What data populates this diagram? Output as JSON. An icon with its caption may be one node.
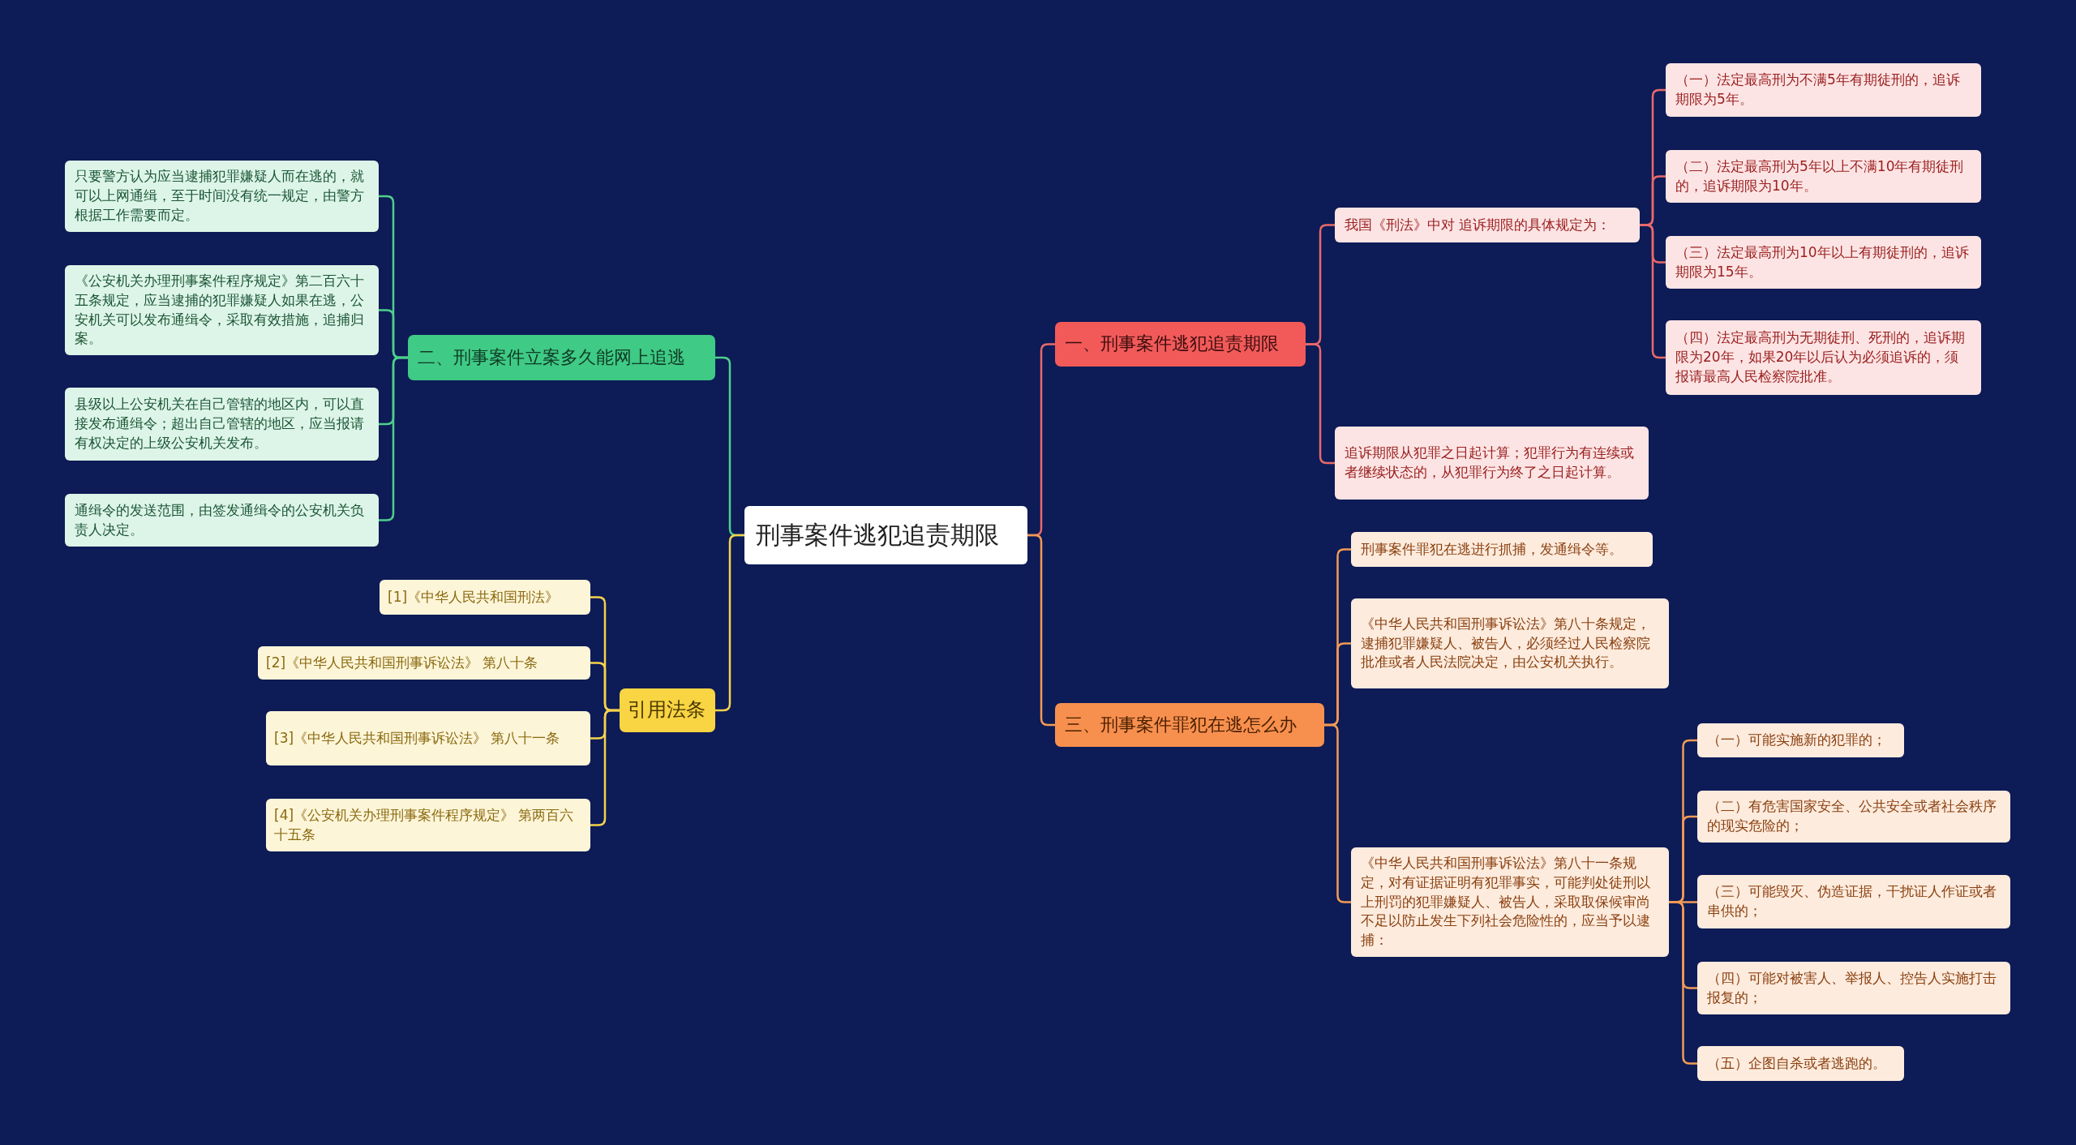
{
  "diagram": {
    "nodes": [
      {
        "text": [
          "刑事案件逃犯追责期限"
        ]
      },
      {
        "text": [
          "一、刑事案件逃犯追责期限"
        ]
      },
      {
        "text": [
          "我国《刑法》中对 追诉期限的具体规定为："
        ]
      },
      {
        "text": [
          "（一）法定最高刑为不满5年有期徒刑的，追诉期限为5年。"
        ]
      },
      {
        "text": [
          "（二）法定最高刑为5年以上不满10年有期徒刑的，追诉期限为10年。"
        ]
      },
      {
        "text": [
          "（三）法定最高刑为10年以上有期徒刑的，追诉期限为15年。"
        ]
      },
      {
        "text": [
          "（四）法定最高刑为无期徒刑、死刑的，追诉期限为20年，如果20年以后认为必须追诉的，须报请最高人民检察院批准。"
        ]
      },
      {
        "text": [
          "追诉期限从犯罪之日起计算；犯罪行为有连续或者继续状态的，从犯罪行为终了之日起计算。"
        ]
      },
      {
        "text": [
          "三、刑事案件罪犯在逃怎么办"
        ]
      },
      {
        "text": [
          "刑事案件罪犯在逃进行抓捕，发通缉令等。"
        ]
      },
      {
        "text": [
          "《中华人民共和国刑事诉讼法》第八十条规定，逮捕犯罪嫌疑人、被告人，必须经过人民检察院批准或者人民法院决定，由公安机关执行。"
        ]
      },
      {
        "text": [
          "《中华人民共和国刑事诉讼法》第八十一条规定，对有证据证明有犯罪事实，可能判处徒刑以上刑罚的犯罪嫌疑人、被告人，采取取保候审尚不足以防止发生下列社会危险性的，应当予以逮捕："
        ]
      },
      {
        "text": [
          "（一）可能实施新的犯罪的；"
        ]
      },
      {
        "text": [
          "（二）有危害国家安全、公共安全或者社会秩序的现实危险的；"
        ]
      },
      {
        "text": [
          "（三）可能毁灭、伪造证据，干扰证人作证或者串供的；"
        ]
      },
      {
        "text": [
          "（四）可能对被害人、举报人、控告人实施打击报复的；"
        ]
      },
      {
        "text": [
          "（五）企图自杀或者逃跑的。"
        ]
      },
      {
        "text": [
          "二、刑事案件立案多久能网上追逃"
        ]
      },
      {
        "text": [
          "只要警方认为应当逮捕犯罪嫌疑人而在逃的，就可以上网通缉，至于时间没有统一规定，由警方根据工作需要而定。"
        ]
      },
      {
        "text": [
          "《公安机关办理刑事案件程序规定》第二百六十五条规定，应当逮捕的犯罪嫌疑人如果在逃，公安机关可以发布通缉令，采取有效措施，追捕归案。"
        ]
      },
      {
        "text": [
          "县级以上公安机关在自己管辖的地区内，可以直接发布通缉令；超出自己管辖的地区，应当报请有权决定的上级公安机关发布。"
        ]
      },
      {
        "text": [
          "通缉令的发送范围，由签发通缉令的公安机关负责人决定。"
        ]
      },
      {
        "text": [
          "引用法条"
        ]
      },
      {
        "text": [
          "[1]《中华人民共和国刑法》"
        ]
      },
      {
        "text": [
          "[2]《中华人民共和国刑事诉讼法》 第八十条"
        ]
      },
      {
        "text": [
          "[3]《中华人民共和国刑事诉讼法》 第八十一条"
        ]
      },
      {
        "text": [
          "[4]《公安机关办理刑事案件程序规定》 第两百六十五条"
        ]
      }
    ],
    "edges": [
      {
        "from": 0,
        "to": 1,
        "arrow": "none",
        "color": "#e96a6a"
      },
      {
        "from": 1,
        "to": 2,
        "arrow": "none",
        "color": "#e96a6a"
      },
      {
        "from": 2,
        "to": 3,
        "arrow": "none",
        "color": "#e96a6a"
      },
      {
        "from": 2,
        "to": 4,
        "arrow": "none",
        "color": "#e96a6a"
      },
      {
        "from": 2,
        "to": 5,
        "arrow": "none",
        "color": "#e96a6a"
      },
      {
        "from": 2,
        "to": 6,
        "arrow": "none",
        "color": "#e96a6a"
      },
      {
        "from": 1,
        "to": 7,
        "arrow": "none",
        "color": "#e96a6a"
      },
      {
        "from": 0,
        "to": 8,
        "arrow": "none",
        "color": "#f39a55"
      },
      {
        "from": 8,
        "to": 9,
        "arrow": "none",
        "color": "#f39a55"
      },
      {
        "from": 8,
        "to": 10,
        "arrow": "none",
        "color": "#f39a55"
      },
      {
        "from": 8,
        "to": 11,
        "arrow": "none",
        "color": "#f39a55"
      },
      {
        "from": 11,
        "to": 12,
        "arrow": "none",
        "color": "#f39a55"
      },
      {
        "from": 11,
        "to": 13,
        "arrow": "none",
        "color": "#f39a55"
      },
      {
        "from": 11,
        "to": 14,
        "arrow": "none",
        "color": "#f39a55"
      },
      {
        "from": 11,
        "to": 15,
        "arrow": "none",
        "color": "#f39a55"
      },
      {
        "from": 11,
        "to": 16,
        "arrow": "none",
        "color": "#f39a55"
      },
      {
        "from": 0,
        "to": 17,
        "arrow": "none",
        "color": "#4fcf8d"
      },
      {
        "from": 17,
        "to": 18,
        "arrow": "none",
        "color": "#4fcf8d"
      },
      {
        "from": 17,
        "to": 19,
        "arrow": "none",
        "color": "#4fcf8d"
      },
      {
        "from": 17,
        "to": 20,
        "arrow": "none",
        "color": "#4fcf8d"
      },
      {
        "from": 17,
        "to": 21,
        "arrow": "none",
        "color": "#4fcf8d"
      },
      {
        "from": 0,
        "to": 22,
        "arrow": "none",
        "color": "#f5d24e"
      },
      {
        "from": 22,
        "to": 23,
        "arrow": "none",
        "color": "#f5d24e"
      },
      {
        "from": 22,
        "to": 24,
        "arrow": "none",
        "color": "#f5d24e"
      },
      {
        "from": 22,
        "to": 25,
        "arrow": "none",
        "color": "#f5d24e"
      },
      {
        "from": 22,
        "to": 26,
        "arrow": "none",
        "color": "#f5d24e"
      }
    ]
  }
}
